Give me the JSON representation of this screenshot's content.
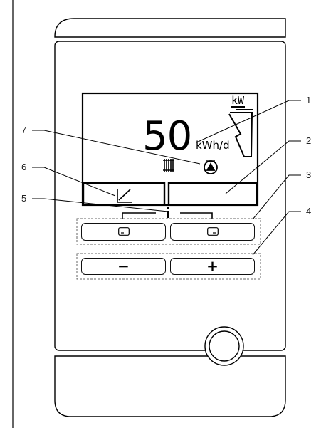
{
  "display": {
    "value": "50",
    "unit": "kWh/d",
    "power_unit": "kW"
  },
  "buttons": {
    "minus_label": "−",
    "plus_label": "+"
  },
  "callouts": [
    "1",
    "2",
    "3",
    "4",
    "5",
    "6",
    "7"
  ],
  "icons": {
    "radiator": "radiator-icon",
    "flame": "flame-icon",
    "heating_curve": "heating-curve-icon",
    "left_selection": "left-selection-button-icon",
    "right_selection": "right-selection-button-icon",
    "power_bar": "power-bar-icon",
    "info": "info-indicator-icon",
    "rotary_knob": "rotary-knob"
  }
}
